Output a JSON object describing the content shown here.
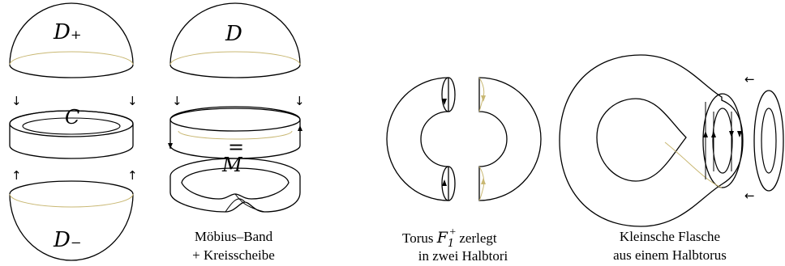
{
  "labels": {
    "d_plus": "D₊",
    "c": "C",
    "d_minus": "D₋",
    "d": "D",
    "equals": "=",
    "m": "M"
  },
  "arrows": {
    "down": "↓",
    "up": "↑",
    "left": "←"
  },
  "captions": {
    "moebius_line1": "Möbius–Band",
    "moebius_line2": "+ Kreisscheibe",
    "torus_line1_prefix": "Torus ",
    "torus_symbol": "F",
    "torus_sub": "1",
    "torus_sup": "+",
    "torus_line1_suffix": " zerlegt",
    "torus_line2": "in zwei Halbtori",
    "klein_line1": "Kleinsche Flasche",
    "klein_line2": "aus einem Halbtorus"
  },
  "colors": {
    "surface": "#fbeeaa",
    "outline": "#000000",
    "faint_line": "#c9b874"
  }
}
